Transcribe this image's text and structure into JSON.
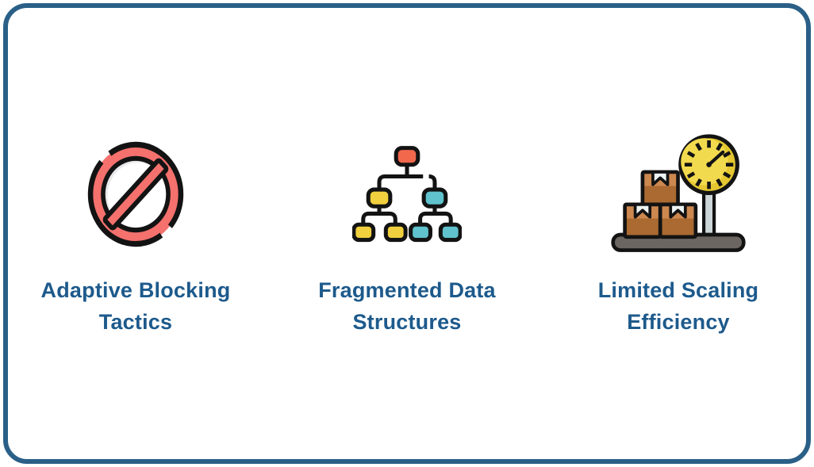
{
  "page": {
    "background": "#ffffff",
    "frame_color": "#2a5f87",
    "text_color": "#1d5a8c"
  },
  "palette": {
    "frame": "#2a5f87",
    "text": "#1d5a8c",
    "outline": "#131313",
    "ban-red": "#f4716d",
    "shadow-gray": "#e9e9ec",
    "node-orange": "#f2684c",
    "node-yellow": "#f0d03e",
    "node-teal": "#5fc2cc",
    "dial-light": "#f2da4e",
    "dial-dark": "#e4c731",
    "pole-gray": "#ccd5d8",
    "platform-gray": "#6b6661",
    "box-light": "#cd8850",
    "box-dark": "#aa6a31",
    "notch-white": "#eef4f4"
  },
  "features": [
    {
      "icon": "prohibition-icon",
      "label_line1": "Adaptive Blocking",
      "label_line2": "Tactics"
    },
    {
      "icon": "hierarchy-icon",
      "label_line1": "Fragmented Data",
      "label_line2": "Structures"
    },
    {
      "icon": "weighing-scale-icon",
      "label_line1": "Limited Scaling",
      "label_line2": "Efficiency"
    }
  ]
}
